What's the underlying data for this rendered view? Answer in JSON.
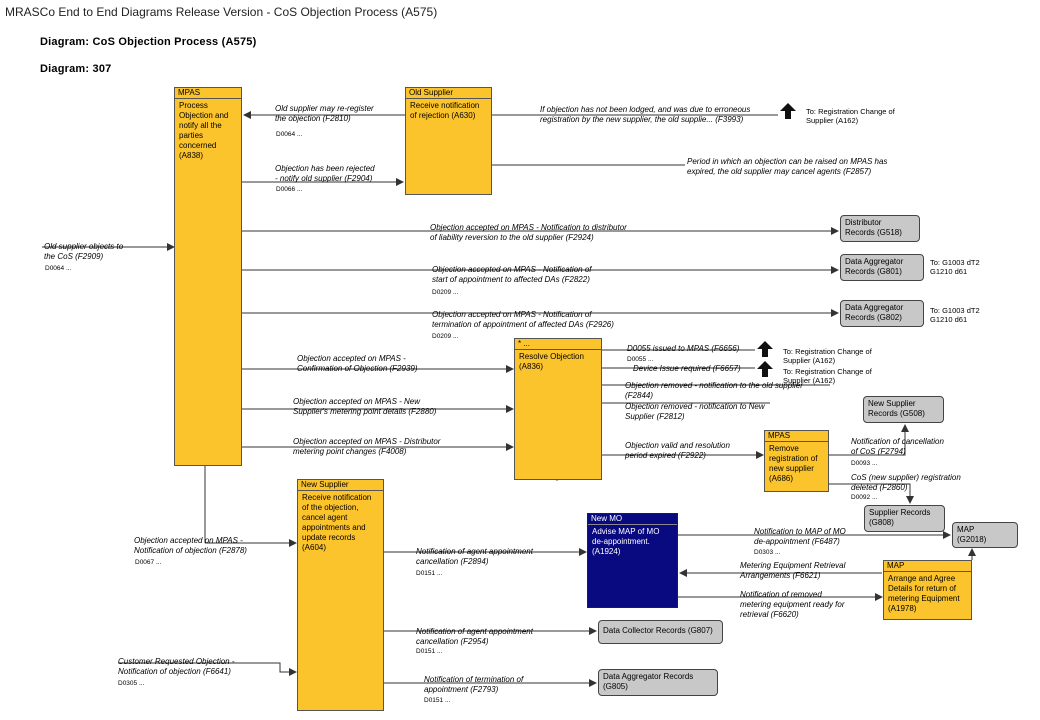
{
  "header": {
    "window_title": "MRASCo End to End Diagrams Release Version - CoS Objection Process (A575)",
    "diagram_name": "Diagram: CoS Objection Process (A575)",
    "diagram_number": "Diagram: 307"
  },
  "processes": [
    {
      "id": "mpas_main",
      "lane": "MPAS",
      "text": "Process\nObjection and\nnotify all the\nparties\nconcerned\n(A838)"
    },
    {
      "id": "old_supplier",
      "lane": "Old Supplier",
      "text": "Receive notification\nof rejection (A630)"
    },
    {
      "id": "resolve",
      "lane": "* ...",
      "text": "Resolve Objection\n(A836)"
    },
    {
      "id": "mpas_remove",
      "lane": "MPAS",
      "text": "Remove\nregistration of\nnew supplier\n(A686)"
    },
    {
      "id": "new_supplier",
      "lane": "New Supplier",
      "text": "Receive notification\nof the objection,\ncancel agent\nappointments and\nupdate records\n(A604)"
    },
    {
      "id": "new_mo",
      "lane": "New MO",
      "text": "Advise MAP of MO\nde-appointment.\n(A1924)"
    },
    {
      "id": "map",
      "lane": "MAP",
      "text": "Arrange and Agree\nDetails for return of\nmetering Equipment\n(A1978)"
    }
  ],
  "stores": [
    {
      "id": "g518",
      "text": "Distributor\nRecords (G518)"
    },
    {
      "id": "g801",
      "text": "Data Aggregator\nRecords (G801)"
    },
    {
      "id": "g802",
      "text": "Data Aggregator\nRecords (G802)"
    },
    {
      "id": "g508",
      "text": "New Supplier\nRecords (G508)"
    },
    {
      "id": "g808",
      "text": "Supplier Records\n(G808)"
    },
    {
      "id": "g2018",
      "text": "MAP\n(G2018)"
    },
    {
      "id": "g807",
      "text": "Data Collector Records (G807)"
    },
    {
      "id": "g805",
      "text": "Data Aggregator Records\n(G805)"
    }
  ],
  "flows": [
    {
      "id": "f2810",
      "text": "Old supplier may re-register\nthe objection (F2810)",
      "sub": "D0064 ..."
    },
    {
      "id": "f2904",
      "text": "Objection has been rejected\n- notify old supplier (F2904)",
      "sub": "D0066 ..."
    },
    {
      "id": "f3993",
      "text": "If objection has not been lodged, and was due to erroneous\nregistration by the new supplier, the old supplie... (F3993)",
      "sub": ""
    },
    {
      "id": "f2857",
      "text": "Period in which an objection can be raised on MPAS has\nexpired, the old supplier may cancel agents (F2857)",
      "sub": ""
    },
    {
      "id": "f2924",
      "text": "Objection accepted on MPAS - Notification to distributor\nof liability reversion to the old supplier (F2924)",
      "sub": ""
    },
    {
      "id": "f2909",
      "text": "Old supplier objects to\nthe CoS (F2909)",
      "sub": "D0064 ..."
    },
    {
      "id": "f2822",
      "text": "Objection accepted on MPAS - Notification of\nstart of appointment to affected DAs (F2822)",
      "sub": "D0209 ..."
    },
    {
      "id": "f2926",
      "text": "Objection accepted on MPAS - Notification of\ntermination of appointment of affected DAs (F2926)",
      "sub": "D0209 ..."
    },
    {
      "id": "f2939",
      "text": "Objection accepted on MPAS -\nConfirmation of Objection (F2939)",
      "sub": ""
    },
    {
      "id": "f2880",
      "text": "Objection accepted on MPAS - New\nSupplier's metering point details (F2880)",
      "sub": ""
    },
    {
      "id": "f4008",
      "text": "Objection accepted on MPAS - Distributor\nmetering point changes (F4008)",
      "sub": ""
    },
    {
      "id": "f6656",
      "text": "D0055 issued to MPAS (F6656)",
      "sub": "D0055 ..."
    },
    {
      "id": "f6657",
      "text": "Device Issue required (F6657)",
      "sub": ""
    },
    {
      "id": "f2844",
      "text": "Objection removed - notification to the old supplier\n(F2844)",
      "sub": ""
    },
    {
      "id": "f2812",
      "text": "Objection removed - notification to New\nSupplier (F2812)",
      "sub": ""
    },
    {
      "id": "f2922",
      "text": "Objection valid and resolution\nperiod expired (F2922)",
      "sub": ""
    },
    {
      "id": "f2794",
      "text": "Notification of cancellation\nof CoS (F2794)",
      "sub": "D0093 ..."
    },
    {
      "id": "f2860",
      "text": "CoS (new supplier) registration\ndeleted (F2860)",
      "sub": "D0092 ..."
    },
    {
      "id": "f2878",
      "text": "Objection accepted on MPAS -\nNotification of objection (F2878)",
      "sub": "D0067 ..."
    },
    {
      "id": "f2894",
      "text": "Notification of agent appointment\ncancellation (F2894)",
      "sub": "D0151 ..."
    },
    {
      "id": "f6487",
      "text": "Notification to MAP of MO\nde-appointment (F6487)",
      "sub": "D0303 ..."
    },
    {
      "id": "f6621",
      "text": "Metering Equipment Retrieval\nArrangements (F6621)",
      "sub": ""
    },
    {
      "id": "f6620",
      "text": "Notification of removed\nmetering equipment ready for\nretrieval (F6620)",
      "sub": ""
    },
    {
      "id": "f2954",
      "text": "Notification of agent appointment\ncancellation (F2954)",
      "sub": "D0151 ..."
    },
    {
      "id": "f6641",
      "text": "Customer Requested Objection -\nNotification of objection (F6641)",
      "sub": "D0305 ..."
    },
    {
      "id": "f2793",
      "text": "Notification of termination of\nappointment (F2793)",
      "sub": "D0151 ..."
    }
  ],
  "references": [
    {
      "id": "to_a162_1",
      "text": "To: Registration Change of\nSupplier (A162)"
    },
    {
      "id": "to_g1003_1",
      "text": "To: G1003 dT2\nG1210 d61"
    },
    {
      "id": "to_g1003_2",
      "text": "To: G1003 dT2\nG1210 d61"
    },
    {
      "id": "to_a162_2",
      "text": "To: Registration Change of\nSupplier (A162)"
    },
    {
      "id": "to_a162_3",
      "text": "To: Registration Change of\nSupplier (A162)"
    }
  ],
  "colors": {
    "process": "#fcc42c",
    "process_alt": "#0a0a80",
    "store": "#c8c8c8",
    "line": "#333333"
  }
}
